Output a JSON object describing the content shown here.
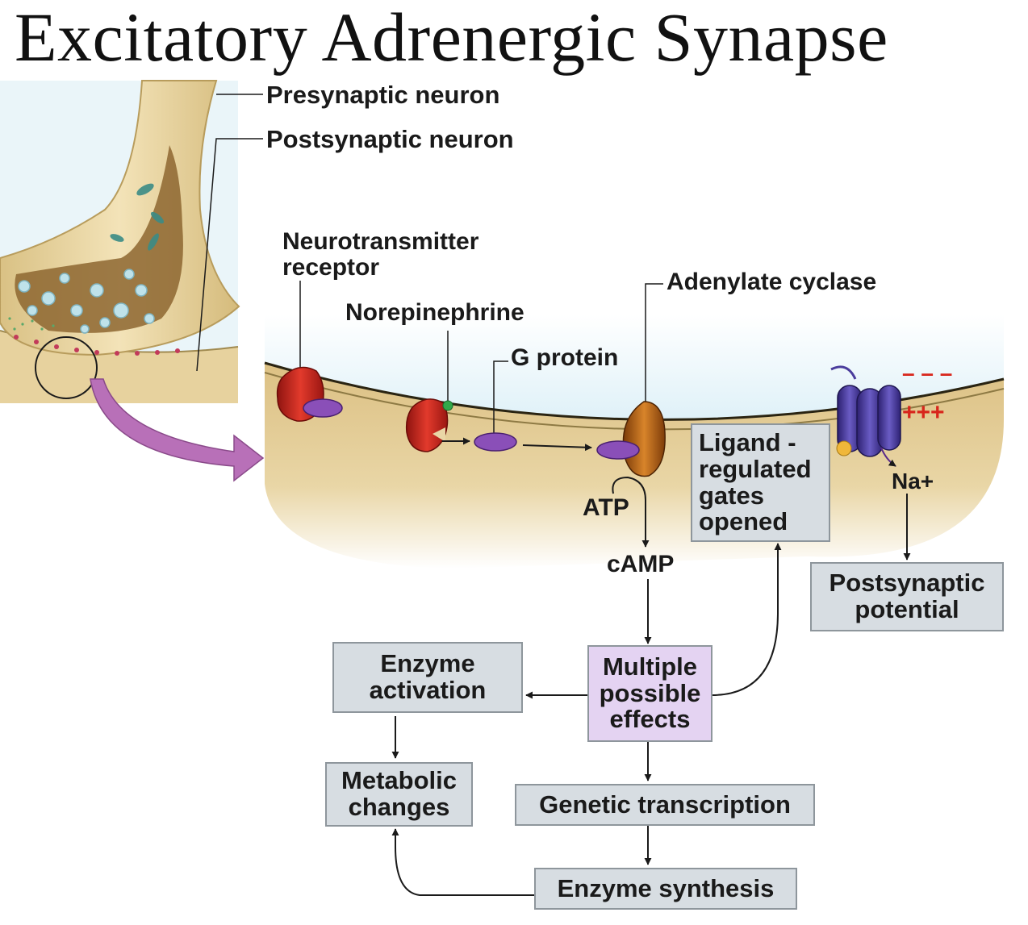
{
  "title": "Excitatory Adrenergic Synapse",
  "labels": {
    "presynaptic_neuron": "Presynaptic neuron",
    "postsynaptic_neuron": "Postsynaptic neuron",
    "neurotransmitter_receptor_line1": "Neurotransmitter",
    "neurotransmitter_receptor_line2": "receptor",
    "norepinephrine": "Norepinephrine",
    "g_protein": "G protein",
    "adenylate_cyclase": "Adenylate cyclase",
    "atp": "ATP",
    "camp": "cAMP",
    "na_plus": "Na+",
    "minus_signs": "– – –",
    "plus_signs": "+++"
  },
  "boxes": {
    "ligand_gates": [
      "Ligand -",
      "regulated",
      "gates",
      "opened"
    ],
    "postsynaptic_potential": [
      "Postsynaptic",
      "potential"
    ],
    "multiple_effects": [
      "Multiple",
      "possible",
      "effects"
    ],
    "enzyme_activation": [
      "Enzyme",
      "activation"
    ],
    "metabolic_changes": [
      "Metabolic",
      "changes"
    ],
    "genetic_transcription": [
      "Genetic transcription"
    ],
    "enzyme_synthesis": [
      "Enzyme synthesis"
    ]
  },
  "colors": {
    "receptor_red": "#c8201c",
    "g_protein_purple": "#8a4fb8",
    "adenylate_orange": "#b25a12",
    "channel_blue": "#4a3c9c",
    "cytoplasm_tan": "#e3c98c",
    "extracellular_blue": "#e2f2f8",
    "box_gray": "#d7dde2",
    "box_purple": "#e4d3f2",
    "arrow_magenta": "#b870b8",
    "charge_red": "#d8261c"
  }
}
